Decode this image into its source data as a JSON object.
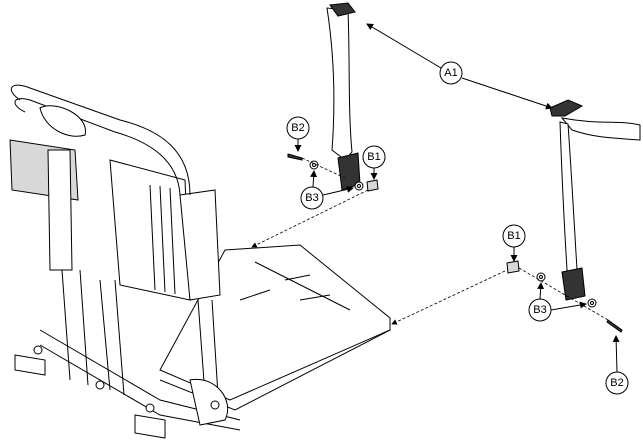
{
  "diagram": {
    "callouts": {
      "a1": "A1",
      "b1_left": "B1",
      "b2_left": "B2",
      "b3_left": "B3",
      "b1_right": "B1",
      "b2_right": "B2",
      "b3_right": "B3"
    }
  }
}
